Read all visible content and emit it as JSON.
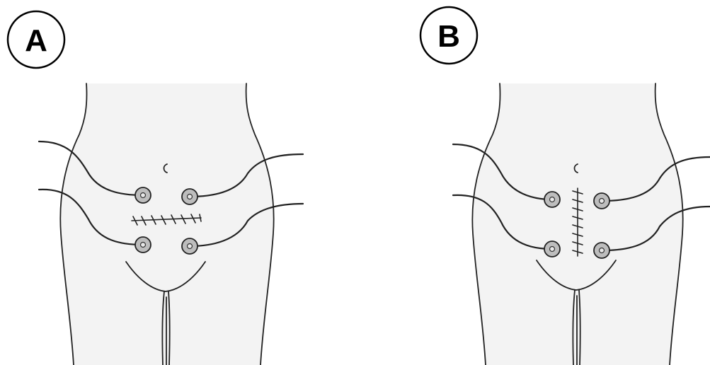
{
  "panels": [
    {
      "label": "A",
      "incision": "transverse"
    },
    {
      "label": "B",
      "incision": "vertical"
    }
  ],
  "colors": {
    "line": "#222222",
    "skin": "#f3f3f3",
    "stoma": "#bdbdbd",
    "background": "#ffffff"
  }
}
